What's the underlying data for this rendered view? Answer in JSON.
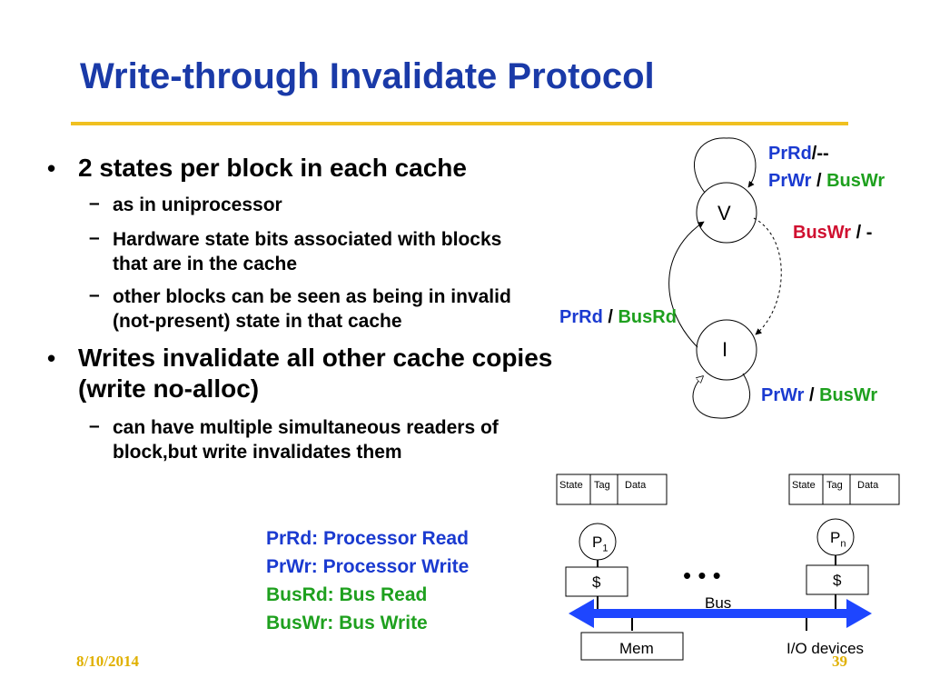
{
  "title": "Write-through Invalidate Protocol",
  "bullets": [
    {
      "text": "2 states per block in each cache",
      "subs": [
        "as in uniprocessor",
        "Hardware state bits associated with blocks that are in the cache",
        "other blocks can be seen as being in invalid (not-present) state in that cache"
      ]
    },
    {
      "text": "Writes invalidate all other cache copies (write no-alloc)",
      "subs": [
        "can have multiple simultaneous readers of block,but write invalidates them"
      ]
    }
  ],
  "bullet_glyph": "•",
  "dash_glyph": "–",
  "state_diagram": {
    "states": [
      "V",
      "I"
    ],
    "transitions": {
      "v_self_1": {
        "event": "PrRd",
        "sep": "/",
        "action": "--"
      },
      "v_self_2": {
        "event": "PrWr",
        "sep": " / ",
        "action": "BusWr"
      },
      "v_to_i": {
        "event": "BusWr",
        "sep": " / ",
        "action": "-"
      },
      "i_to_v": {
        "event": "PrRd",
        "sep": " / ",
        "action": "BusRd"
      },
      "i_self": {
        "event": "PrWr",
        "sep": " / ",
        "action": "BusWr"
      }
    }
  },
  "legend": [
    "PrRd: Processor Read",
    "PrWr: Processor Write",
    "BusRd: Bus Read",
    "BusWr: Bus Write"
  ],
  "system": {
    "table_headers": [
      "State",
      "Tag",
      "Data"
    ],
    "proc_left": "P",
    "proc_left_sub": "1",
    "proc_right": "P",
    "proc_right_sub": "n",
    "cache": "$",
    "bus": "Bus",
    "mem": "Mem",
    "io": "I/O devices",
    "ellipsis": "• • •"
  },
  "footer": {
    "date": "8/10/2014",
    "page": "39"
  },
  "colors": {
    "title": "#1a3aa8",
    "event": "#1a3ad0",
    "action": "#1ea01e",
    "bus_event": "#d01030",
    "rule": "#f0c020",
    "bus_arrow": "#1e46ff"
  }
}
